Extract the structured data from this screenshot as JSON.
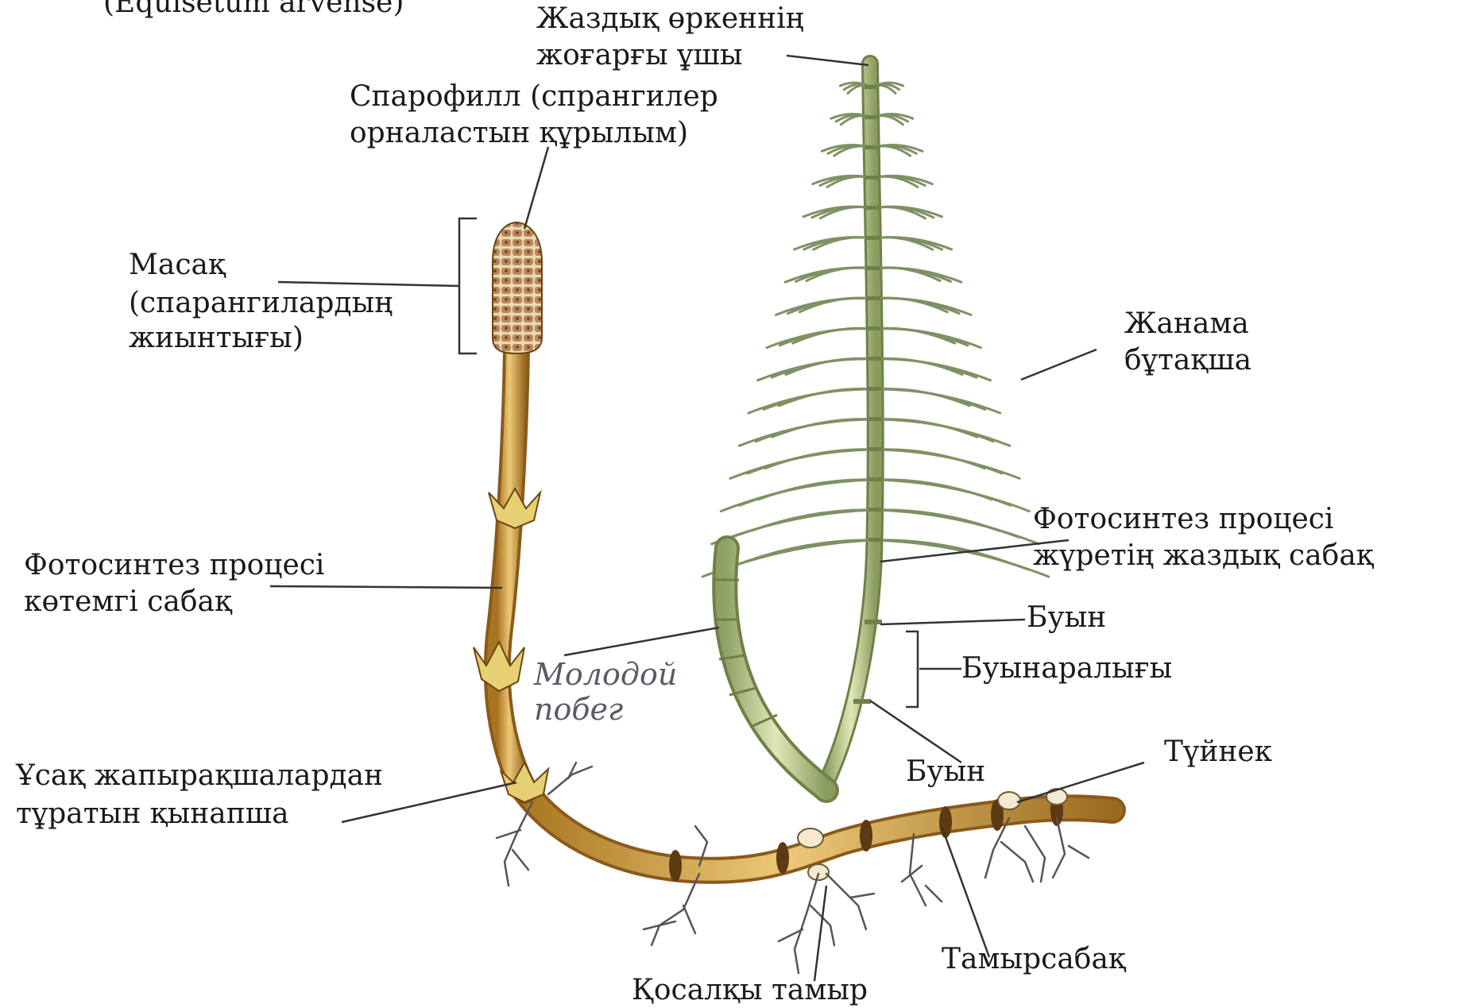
{
  "title_partial": "(Equisetum arvense)",
  "labels": {
    "summer_tip_l1": "Жаздық өркеннің",
    "summer_tip_l2": "жоғарғы ұшы",
    "sporophyll_l1": "Спарофилл (спрангилер",
    "sporophyll_l2": "орналастын құрылым)",
    "spike_l1": "Масақ",
    "spike_l2": "(спарангилардың",
    "spike_l3": "жиынтығы)",
    "side_branch_l1": "Жанама",
    "side_branch_l2": "бұтақша",
    "photo_stem_l1": "Фотосинтез процесі",
    "photo_stem_l2": "жүретің жаздық сабақ",
    "spring_stem_l1": "Фотосинтез процесі",
    "spring_stem_l2": "көтемгі сабақ",
    "node_upper": "Буын",
    "internode": "Буынаралығы",
    "young_shoot_l1": "Молодой",
    "young_shoot_l2": "побег",
    "sheath_l1": "Ұсақ жапырақшалардан",
    "sheath_l2": "тұратын қынапша",
    "node_lower": "Буын",
    "tuber": "Түйнек",
    "rhizome": "Тамырсабақ",
    "adventitious_root": "Қосалқы тамыр"
  },
  "colors": {
    "spring_stem": "#d6a84a",
    "spring_stem_dark": "#8a5a1c",
    "summer_stem": "#b9c98a",
    "summer_stem_dark": "#6f8048",
    "branch": "#7f9164",
    "root": "#6b6b6b",
    "leader": "#333333"
  }
}
